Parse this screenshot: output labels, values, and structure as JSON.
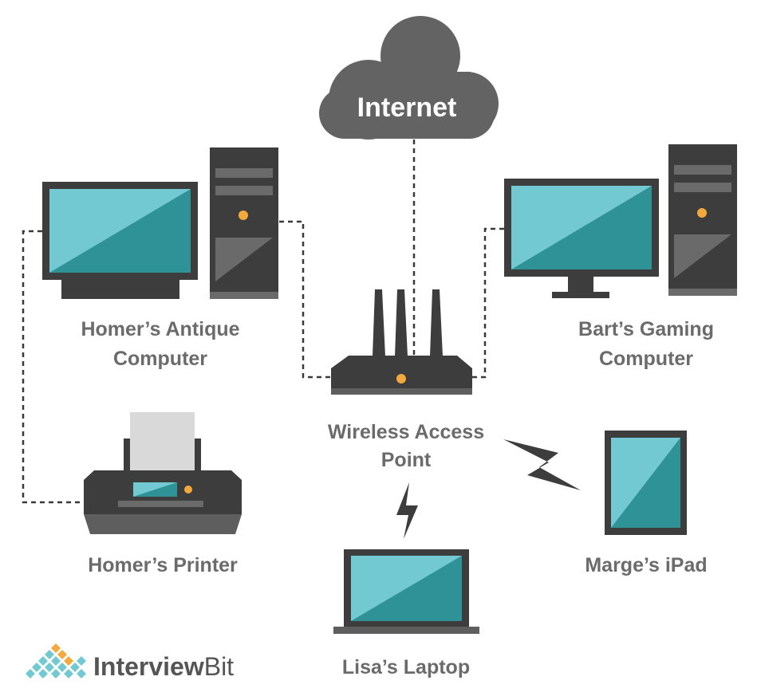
{
  "cloud": {
    "label": "Internet",
    "icon": "cloud-icon"
  },
  "devices": {
    "homer_computer": {
      "label_line1": "Homer’s Antique",
      "label_line2": "Computer",
      "icon": "desktop-computer-icon"
    },
    "bart_computer": {
      "label_line1": "Bart’s Gaming",
      "label_line2": "Computer",
      "icon": "gaming-computer-icon"
    },
    "router": {
      "label_line1": "Wireless Access",
      "label_line2": "Point",
      "icon": "router-icon"
    },
    "printer": {
      "label": "Homer’s Printer",
      "icon": "printer-icon"
    },
    "ipad": {
      "label": "Marge’s iPad",
      "icon": "tablet-icon"
    },
    "laptop": {
      "label": "Lisa’s Laptop",
      "icon": "laptop-icon"
    }
  },
  "logo": {
    "text_a": "Interview",
    "text_b": "Bit",
    "icon": "interviewbit-logo-icon"
  },
  "colors": {
    "screen_light": "#72c9d2",
    "screen_dark": "#2f9297",
    "device_dark": "#3d3d3d",
    "device_mid": "#5e5e5e",
    "accent": "#f4a93c",
    "label": "#6b6b6b",
    "cloud": "#636363"
  }
}
